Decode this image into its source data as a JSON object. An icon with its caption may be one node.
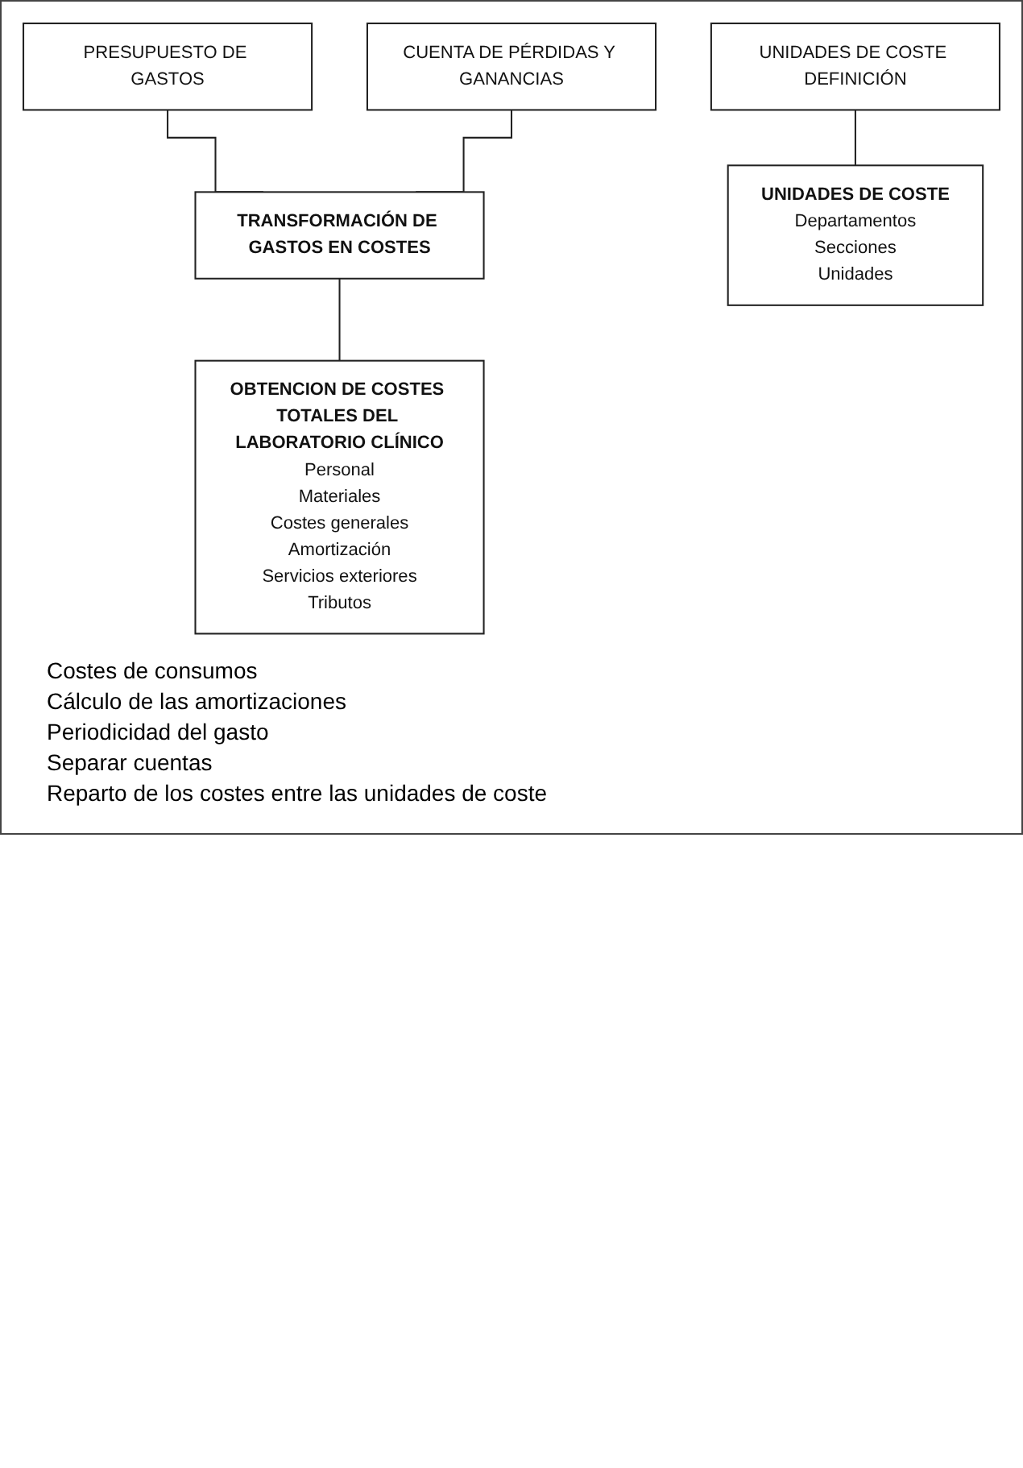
{
  "diagram": {
    "nodes": [
      {
        "text": [
          "PRESUPUESTO DE GASTOS"
        ]
      },
      {
        "text": [
          "CUENTA DE PÉRDIDAS Y GANANCIAS"
        ]
      },
      {
        "text": [
          "TRANSFORMACIÓN DE GASTOS EN COSTES"
        ]
      },
      {
        "text": [
          "OBTENCION DE COSTES TOTALES DEL LABORATORIO CLÍNICO",
          "Personal",
          "Materiales",
          "Costes generales",
          "Amortización",
          "Servicios exteriores",
          "Tributos"
        ]
      },
      {
        "text": [
          "UNIDADES DE COSTE DEFINICIÓN"
        ]
      },
      {
        "text": [
          "UNIDADES DE COSTE",
          "Departamentos",
          "Secciones",
          "Unidades"
        ]
      }
    ],
    "edges": [
      {
        "from": 0,
        "to": 2,
        "arrow": "none"
      },
      {
        "from": 1,
        "to": 2,
        "arrow": "none"
      },
      {
        "from": 2,
        "to": 3,
        "arrow": "none"
      },
      {
        "from": 4,
        "to": 5,
        "arrow": "none"
      }
    ],
    "labels": [
      "Costes de consumos",
      "Cálculo de las amortizaciones",
      "Periodicidad del gasto",
      "Separar cuentas",
      "Reparto de los costes entre las unidades de coste"
    ]
  }
}
